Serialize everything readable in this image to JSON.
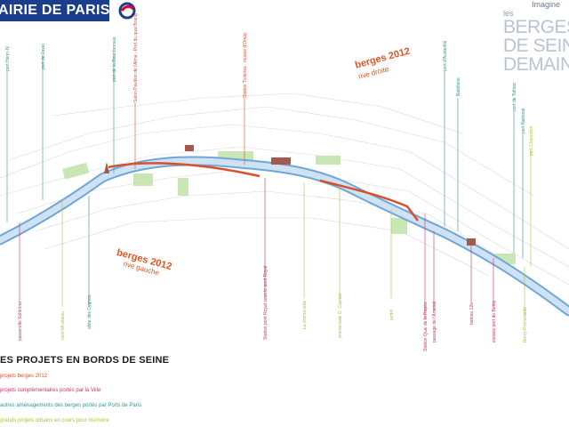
{
  "header": {
    "title": "AIRIE DE PARIS"
  },
  "brand": {
    "imagine": "Imagine",
    "les": "les",
    "line1": "BERGES",
    "line2": "DE SEINE",
    "line3": "DEMAIN"
  },
  "map": {
    "big_labels": {
      "rive_droite_title": "berges 2012",
      "rive_droite_sub": "rive droite",
      "rive_gauche_title": "berges 2012",
      "rive_gauche_sub": "rive gauche"
    },
    "top_labels": {
      "port_henri_iv": "port Henri-IV",
      "port_javel": "port de Javel",
      "port_bourdonnais": "port de la Bourdonnais",
      "salon_pavillon": "Salon Pavillon de l'Alma - Port du quai Branly",
      "station_tuileries": "Station Tuileries - musée d'Orsay",
      "port_austerlitz": "port d'Austerlitz",
      "batellerie": "Batellerie",
      "port_tolbiac": "port de Tolbiac",
      "port_national": "port National",
      "port_charenton": "port Charenton"
    },
    "bottom_labels": {
      "passerelle": "passerelle Solferino",
      "allee_cygnes": "allée des Cygnes",
      "pont_mirabeau": "pont Mirabeau",
      "station_pont": "Station pont Royal sous le pont Royal",
      "la_promenade": "La promenade",
      "promenade_capitan": "promenade G. Capitan",
      "jardin": "jardin",
      "station_rive": "Station Quai de la Rapée",
      "passage_arsenal": "passage de l'Arsenal",
      "bateau_12e": "bateau 12e",
      "espace_port": "espace port de Bercy",
      "bercy_promenade": "Bercy Promenade"
    }
  },
  "legend": {
    "title": "ES PROJETS EN BORDS DE SEINE",
    "items": [
      {
        "text": "projets berges 2012",
        "color": "#d9502a"
      },
      {
        "text": "projets complémentaires portés par la Ville",
        "color": "#d0306a"
      },
      {
        "text": "autres aménagements des berges portés par Ports de Paris",
        "color": "#2b9a8f"
      },
      {
        "text": "grands projets urbains en cours pour mémoire",
        "color": "#a7c837"
      }
    ]
  },
  "colors": {
    "river": "#6fa6d8",
    "river_fill": "#cfe2f3",
    "berges_2012": "#d9502a",
    "header_blue": "#1a3d8c"
  }
}
